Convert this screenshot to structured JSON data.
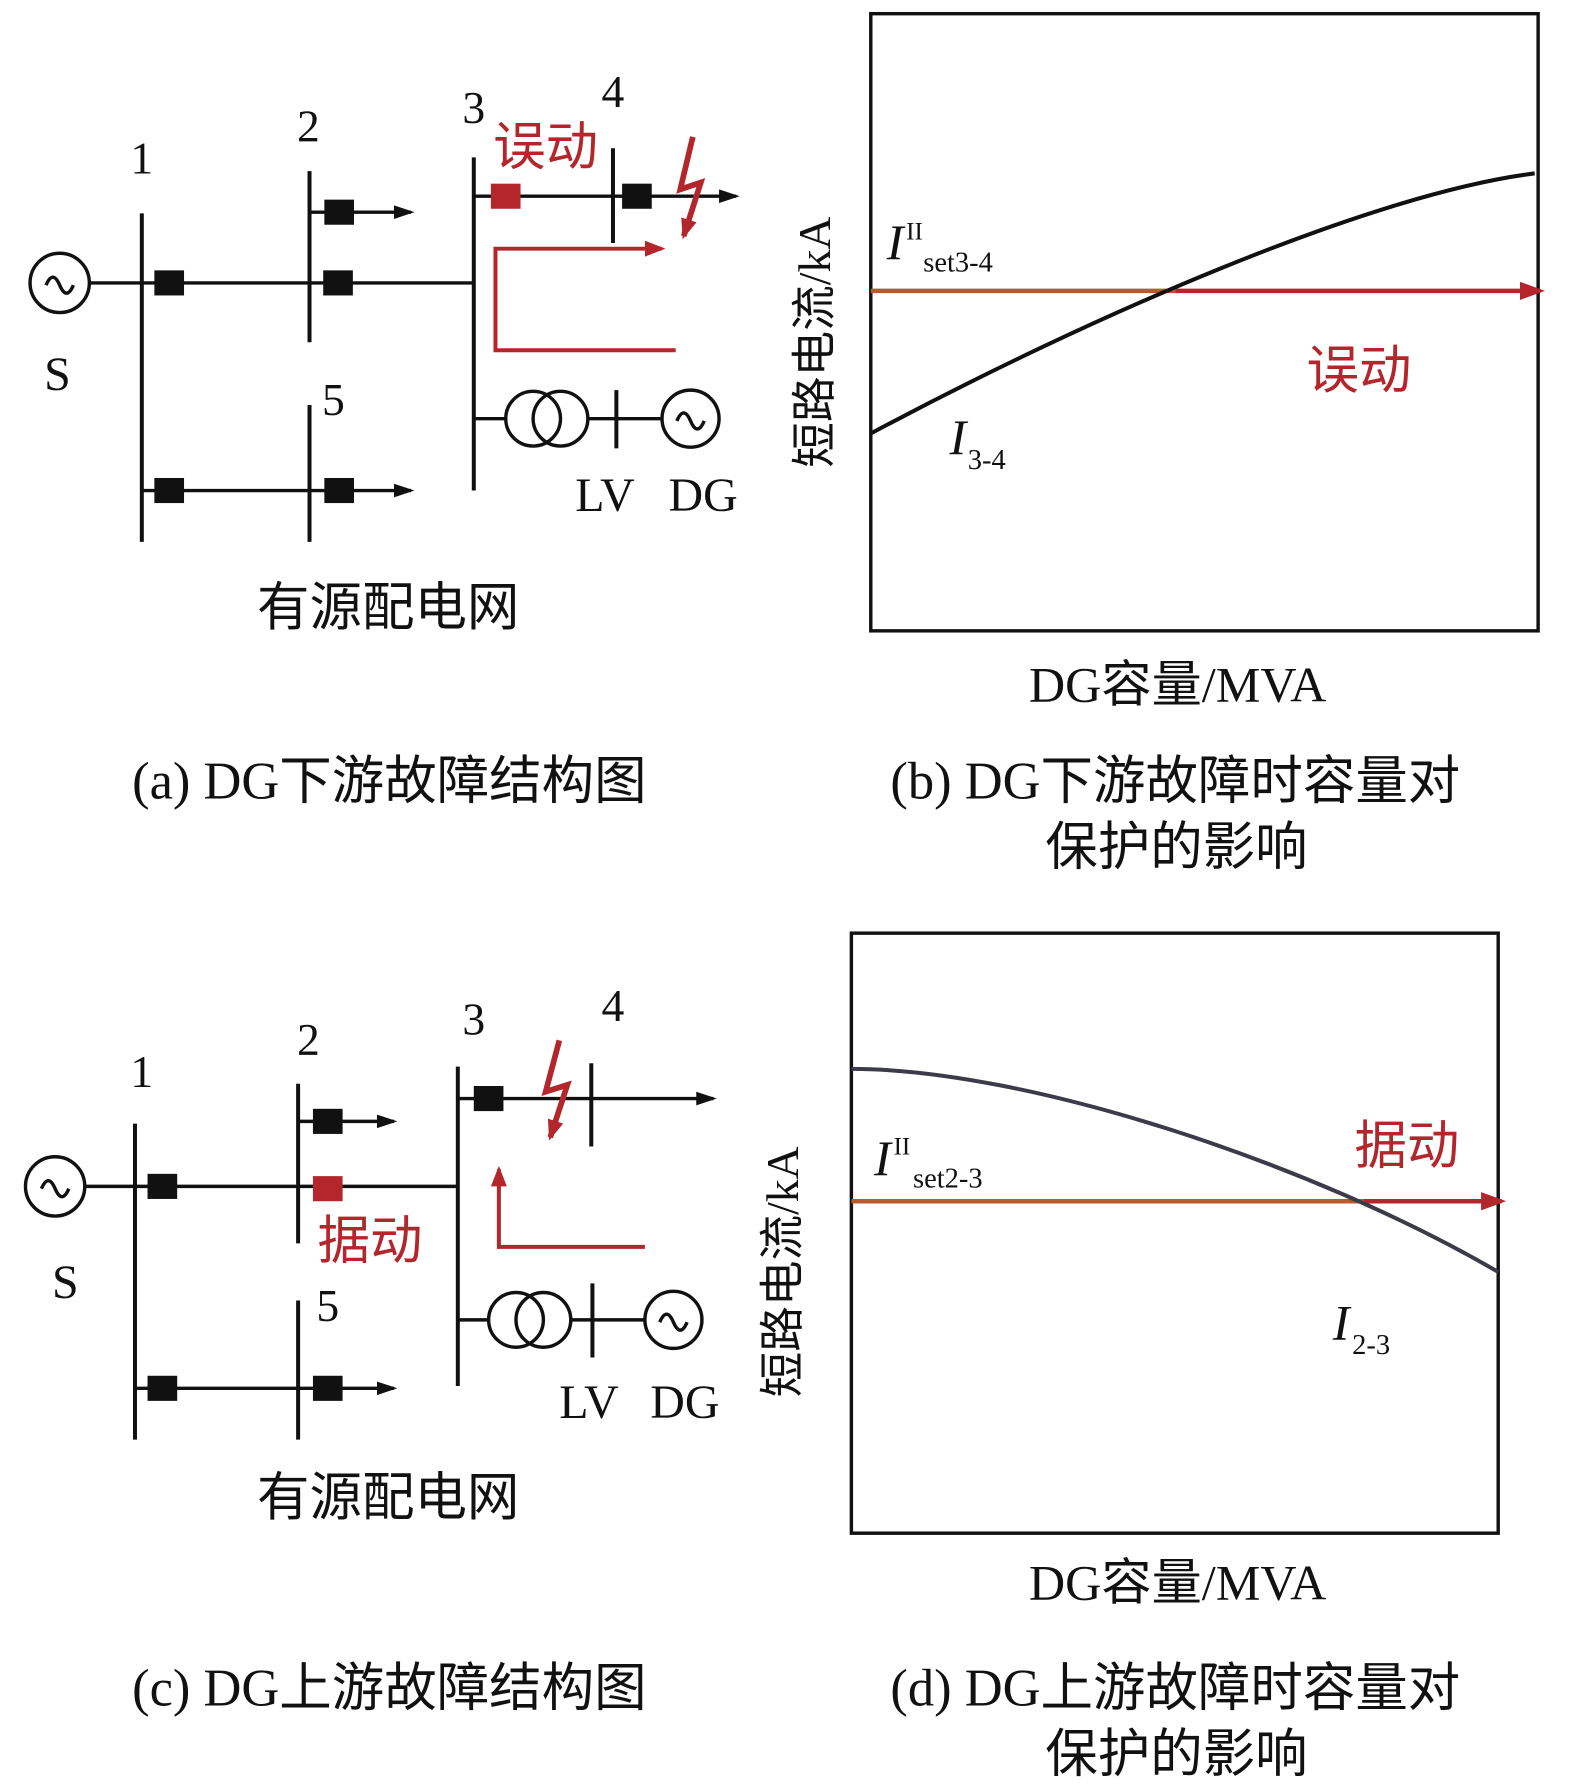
{
  "panels": {
    "a": {
      "caption": "(a) DG下游故障结构图",
      "network_label": "有源配电网",
      "source_label": "S",
      "bus_labels": [
        "1",
        "2",
        "3",
        "4",
        "5"
      ],
      "status_label": "误动",
      "lv_label": "LV",
      "dg_label": "DG"
    },
    "b": {
      "caption_line1": "(b) DG下游故障时容量对",
      "caption_line2": "保护的影响",
      "ylabel": "短路电流/kA",
      "xlabel": "DG容量/MVA",
      "setting_symbol": "I",
      "setting_superscript": "II",
      "setting_subscript": "set3-4",
      "current_symbol": "I",
      "current_subscript": "3-4",
      "status_label": "误动"
    },
    "c": {
      "caption": "(c) DG上游故障结构图",
      "network_label": "有源配电网",
      "source_label": "S",
      "bus_labels": [
        "1",
        "2",
        "3",
        "4",
        "5"
      ],
      "status_label": "据动",
      "lv_label": "LV",
      "dg_label": "DG"
    },
    "d": {
      "caption_line1": "(d) DG上游故障时容量对",
      "caption_line2": "保护的影响",
      "ylabel": "短路电流/kA",
      "xlabel": "DG容量/MVA",
      "setting_symbol": "I",
      "setting_superscript": "II",
      "setting_subscript": "set2-3",
      "current_symbol": "I",
      "current_subscript": "2-3",
      "status_label": "据动"
    }
  },
  "colors": {
    "line": "#111111",
    "red": "#b3262c",
    "threshold_orange": "#b9592c",
    "curve_d": "#3b3b4a"
  }
}
